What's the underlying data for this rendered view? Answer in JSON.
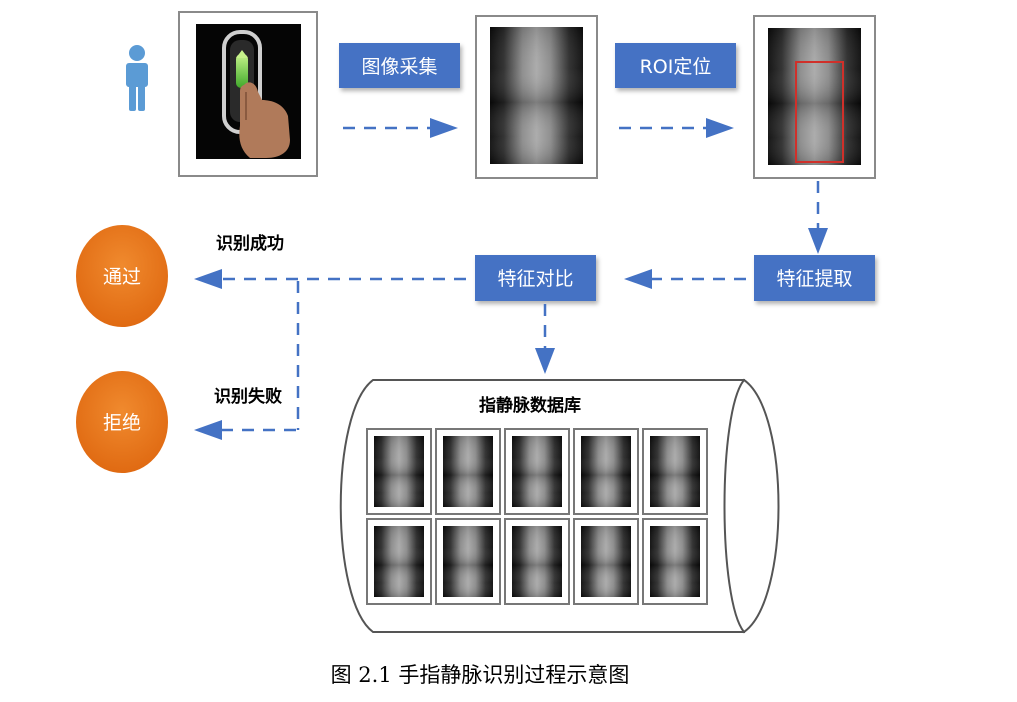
{
  "steps": {
    "capture": "图像采集",
    "roi": "ROI定位",
    "extract": "特征提取",
    "compare": "特征对比"
  },
  "outcomes": {
    "pass": "通过",
    "reject": "拒绝",
    "success_label": "识别成功",
    "failure_label": "识别失败"
  },
  "database": {
    "title": "指静脉数据库",
    "sample_count": 10
  },
  "caption": "图 2.1  手指静脉识别过程示意图",
  "icons": [
    "person-icon",
    "finger-scanner-image",
    "vein-image",
    "roi-vein-image"
  ],
  "colors": {
    "step_box": "#4472c4",
    "arrow": "#4472c4",
    "outcome_circle": "#e8731a",
    "person_icon": "#5b9bd5",
    "roi_box": "#d0302a"
  }
}
